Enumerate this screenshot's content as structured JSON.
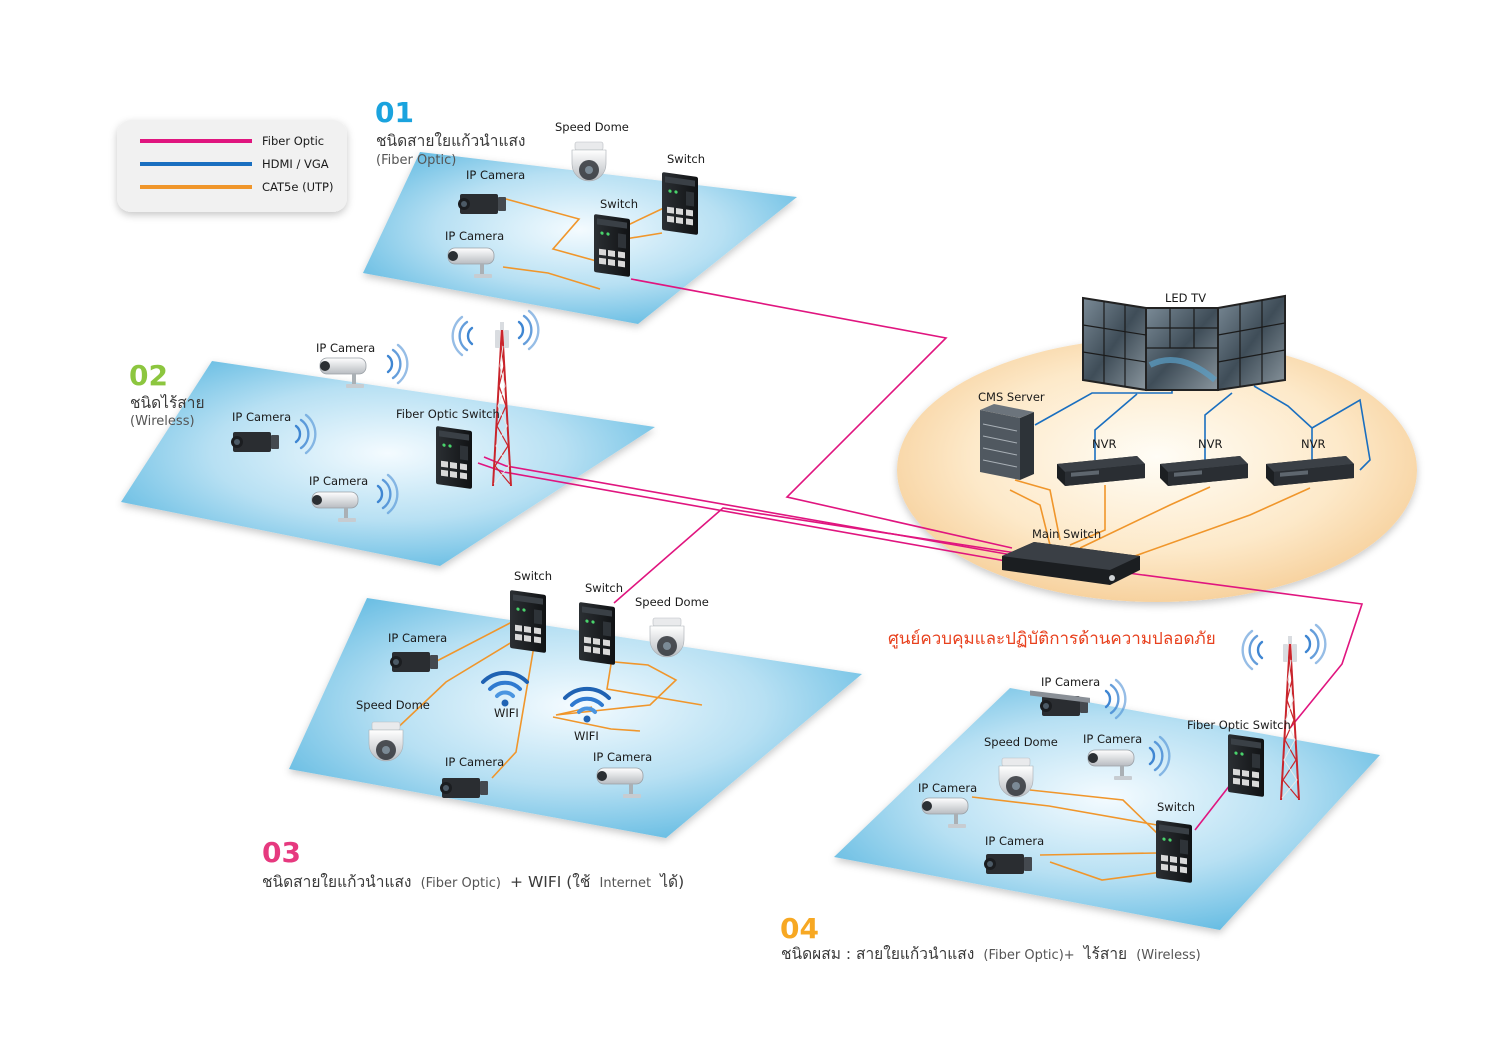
{
  "legend": {
    "items": [
      {
        "label": "Fiber Optic",
        "color": "#e0157f"
      },
      {
        "label": "HDMI / VGA",
        "color": "#1a6fc0"
      },
      {
        "label": "CAT5e (UTP)",
        "color": "#f0962b"
      }
    ]
  },
  "zones": {
    "z1": {
      "number": "01",
      "number_color": "#1aa3de",
      "title": "ชนิดสายใยแก้วนำแสง",
      "subtitle": "(Fiber Optic)",
      "labels": {
        "speed_dome": "Speed Dome",
        "switch_a": "Switch",
        "ip_cam_a": "IP Camera",
        "switch_b": "Switch",
        "ip_cam_b": "IP Camera"
      }
    },
    "z2": {
      "number": "02",
      "number_color": "#8cc63f",
      "title": "ชนิดไร้สาย",
      "subtitle": "(Wireless)",
      "labels": {
        "ip_cam_a": "IP Camera",
        "ip_cam_b": "IP Camera",
        "ip_cam_c": "IP Camera",
        "fo_switch": "Fiber Optic Switch"
      }
    },
    "z3": {
      "number": "03",
      "number_color": "#e6397f",
      "title_th1": "ชนิดสายใยแก้วนำแสง",
      "title_en1": "(Fiber Optic)",
      "title_th2": "+ WIFI (ใช้",
      "title_en2": "Internet",
      "title_th3": "ได้)",
      "labels": {
        "switch_a": "Switch",
        "switch_b": "Switch",
        "speed_dome_a": "Speed Dome",
        "ip_cam_a": "IP Camera",
        "speed_dome_b": "Speed Dome",
        "wifi_a": "WIFI",
        "wifi_b": "WIFI",
        "ip_cam_b": "IP Camera",
        "ip_cam_c": "IP Camera"
      }
    },
    "z4": {
      "number": "04",
      "number_color": "#f7a823",
      "title_th1": "ชนิดผสม : สายใยแก้วนำแสง",
      "title_en1": "(Fiber Optic)+",
      "title_th2": "ไร้สาย",
      "title_en2": "(Wireless)",
      "labels": {
        "ip_cam_a": "IP Camera",
        "speed_dome": "Speed Dome",
        "ip_cam_b": "IP Camera",
        "ip_cam_c": "IP Camera",
        "fo_switch": "Fiber Optic Switch",
        "switch": "Switch",
        "ip_cam_d": "IP Camera"
      }
    }
  },
  "control_center": {
    "title": "ศูนย์ควบคุมและปฏิบัติการด้านความปลอดภัย",
    "title_color": "#e8411e",
    "labels": {
      "led_tv": "LED TV",
      "cms_server": "CMS Server",
      "nvr_a": "NVR",
      "nvr_b": "NVR",
      "nvr_c": "NVR",
      "main_switch": "Main Switch"
    }
  }
}
